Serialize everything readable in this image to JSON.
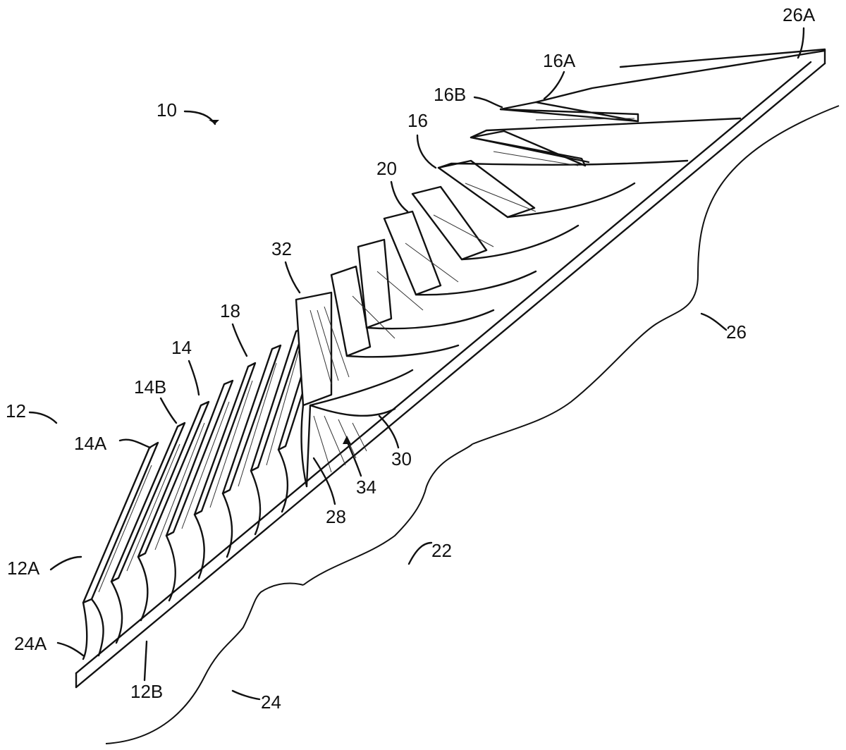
{
  "figure": {
    "description_labels": {
      "assembly": "10",
      "panel": "12",
      "panel_front": "12A",
      "panel_back": "12B",
      "fin_set_left": "14",
      "fin_14A": "14A",
      "fin_14B": "14B",
      "fin_set_right": "16",
      "fin_16A": "16A",
      "fin_16B": "16B",
      "gap_18": "18",
      "gap_20": "20",
      "span_22": "22",
      "span_24": "24",
      "edge_24A": "24A",
      "span_26": "26",
      "edge_26A": "26A",
      "junction_28": "28",
      "web_30": "30",
      "top_32": "32",
      "cavity_34": "34"
    }
  }
}
